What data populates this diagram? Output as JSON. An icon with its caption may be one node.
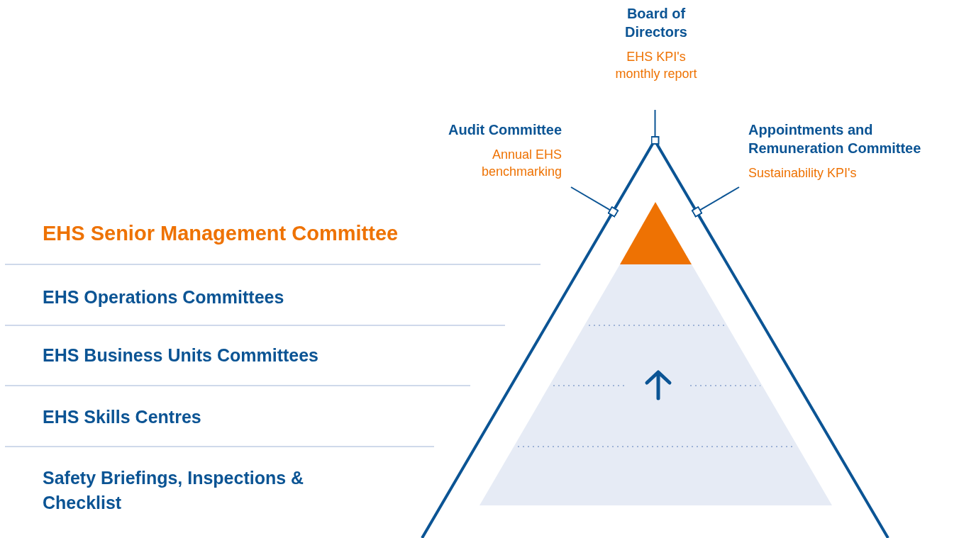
{
  "diagram": {
    "nodes": [
      {
        "text": [
          "Board of Directors",
          "EHS KPI's monthly report"
        ]
      },
      {
        "text": [
          "Audit Committee",
          "Annual EHS benchmarking"
        ]
      },
      {
        "text": [
          "Appointments and Remuneration Committee",
          "Sustainability KPI's"
        ]
      },
      {
        "text": [],
        "shape": "triangle"
      },
      {
        "text": [
          "EHS Senior Management Committee"
        ]
      },
      {
        "text": [
          "EHS Operations Committees"
        ]
      },
      {
        "text": [
          "EHS Business Units Committees"
        ]
      },
      {
        "text": [
          "EHS Skills Centres"
        ]
      },
      {
        "text": [
          "Safety Briefings, Inspections & Checklist"
        ]
      }
    ],
    "edges": [
      {
        "from": 0,
        "to": 3,
        "arrow": "other"
      },
      {
        "from": 1,
        "to": 3,
        "arrow": "other"
      },
      {
        "from": 2,
        "to": 3,
        "arrow": "other"
      }
    ]
  }
}
